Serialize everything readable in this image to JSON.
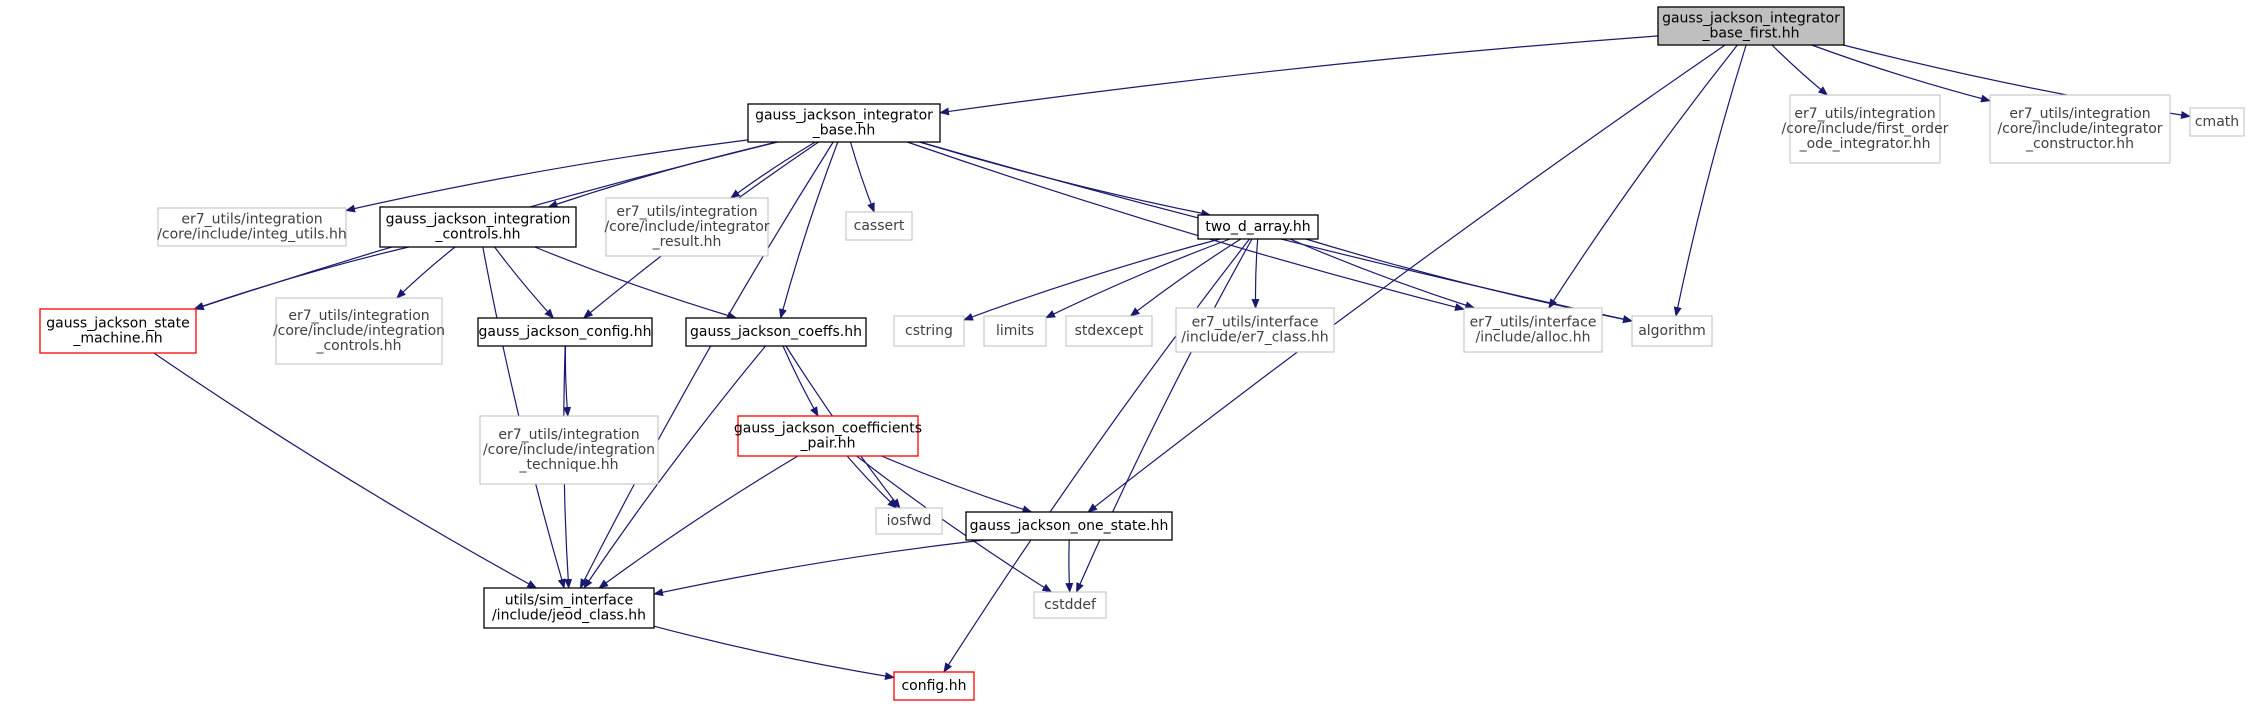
{
  "diagram": {
    "nodes": [
      {
        "id": "root",
        "lines": [
          "gauss_jackson_integrator",
          "_base_first.hh"
        ],
        "style": "root"
      },
      {
        "id": "base",
        "lines": [
          "gauss_jackson_integrator",
          "_base.hh"
        ],
        "style": "normal"
      },
      {
        "id": "fo",
        "lines": [
          "er7_utils/integration",
          "/core/include/first_order",
          "_ode_integrator.hh"
        ],
        "style": "gray"
      },
      {
        "id": "ic",
        "lines": [
          "er7_utils/integration",
          "/core/include/integrator",
          "_constructor.hh"
        ],
        "style": "gray"
      },
      {
        "id": "cmath",
        "lines": [
          "cmath"
        ],
        "style": "gray"
      },
      {
        "id": "iu",
        "lines": [
          "er7_utils/integration",
          "/core/include/integ_utils.hh"
        ],
        "style": "gray"
      },
      {
        "id": "ctrl",
        "lines": [
          "gauss_jackson_integration",
          "_controls.hh"
        ],
        "style": "normal"
      },
      {
        "id": "ir",
        "lines": [
          "er7_utils/integration",
          "/core/include/integrator",
          "_result.hh"
        ],
        "style": "gray"
      },
      {
        "id": "cassert",
        "lines": [
          "cassert"
        ],
        "style": "gray"
      },
      {
        "id": "tda",
        "lines": [
          "two_d_array.hh"
        ],
        "style": "normal"
      },
      {
        "id": "sm",
        "lines": [
          "gauss_jackson_state",
          "_machine.hh"
        ],
        "style": "red"
      },
      {
        "id": "icc",
        "lines": [
          "er7_utils/integration",
          "/core/include/integration",
          "_controls.hh"
        ],
        "style": "gray"
      },
      {
        "id": "cfg",
        "lines": [
          "gauss_jackson_config.hh"
        ],
        "style": "normal"
      },
      {
        "id": "coeffs",
        "lines": [
          "gauss_jackson_coeffs.hh"
        ],
        "style": "normal"
      },
      {
        "id": "cstring",
        "lines": [
          "cstring"
        ],
        "style": "gray"
      },
      {
        "id": "limits",
        "lines": [
          "limits"
        ],
        "style": "gray"
      },
      {
        "id": "stdexcept",
        "lines": [
          "stdexcept"
        ],
        "style": "gray"
      },
      {
        "id": "er7class",
        "lines": [
          "er7_utils/interface",
          "/include/er7_class.hh"
        ],
        "style": "gray"
      },
      {
        "id": "alloc",
        "lines": [
          "er7_utils/interface",
          "/include/alloc.hh"
        ],
        "style": "gray"
      },
      {
        "id": "algorithm",
        "lines": [
          "algorithm"
        ],
        "style": "gray"
      },
      {
        "id": "tech",
        "lines": [
          "er7_utils/integration",
          "/core/include/integration",
          "_technique.hh"
        ],
        "style": "gray"
      },
      {
        "id": "pair",
        "lines": [
          "gauss_jackson_coefficients",
          "_pair.hh"
        ],
        "style": "red"
      },
      {
        "id": "iosfwd",
        "lines": [
          "iosfwd"
        ],
        "style": "gray"
      },
      {
        "id": "onestate",
        "lines": [
          "gauss_jackson_one_state.hh"
        ],
        "style": "normal"
      },
      {
        "id": "jeod",
        "lines": [
          "utils/sim_interface",
          "/include/jeod_class.hh"
        ],
        "style": "normal"
      },
      {
        "id": "cstddef",
        "lines": [
          "cstddef"
        ],
        "style": "gray"
      },
      {
        "id": "config",
        "lines": [
          "config.hh"
        ],
        "style": "red"
      }
    ],
    "edges": [
      [
        "root",
        "base"
      ],
      [
        "root",
        "fo"
      ],
      [
        "root",
        "ic"
      ],
      [
        "root",
        "cmath"
      ],
      [
        "root",
        "alloc"
      ],
      [
        "root",
        "algorithm"
      ],
      [
        "root",
        "onestate"
      ],
      [
        "base",
        "iu"
      ],
      [
        "base",
        "ctrl"
      ],
      [
        "base",
        "ir"
      ],
      [
        "base",
        "cassert"
      ],
      [
        "base",
        "tda"
      ],
      [
        "base",
        "sm"
      ],
      [
        "base",
        "cfg"
      ],
      [
        "base",
        "coeffs"
      ],
      [
        "base",
        "alloc"
      ],
      [
        "base",
        "algorithm"
      ],
      [
        "base",
        "jeod"
      ],
      [
        "ctrl",
        "sm"
      ],
      [
        "ctrl",
        "icc"
      ],
      [
        "ctrl",
        "cfg"
      ],
      [
        "ctrl",
        "coeffs"
      ],
      [
        "ctrl",
        "jeod"
      ],
      [
        "tda",
        "cstring"
      ],
      [
        "tda",
        "limits"
      ],
      [
        "tda",
        "stdexcept"
      ],
      [
        "tda",
        "er7class"
      ],
      [
        "tda",
        "alloc"
      ],
      [
        "tda",
        "algorithm"
      ],
      [
        "tda",
        "cstddef"
      ],
      [
        "tda",
        "config"
      ],
      [
        "sm",
        "jeod"
      ],
      [
        "cfg",
        "tech"
      ],
      [
        "cfg",
        "jeod"
      ],
      [
        "coeffs",
        "pair"
      ],
      [
        "coeffs",
        "iosfwd"
      ],
      [
        "coeffs",
        "jeod"
      ],
      [
        "pair",
        "iosfwd"
      ],
      [
        "pair",
        "onestate"
      ],
      [
        "pair",
        "jeod"
      ],
      [
        "pair",
        "cstddef"
      ],
      [
        "onestate",
        "jeod"
      ],
      [
        "onestate",
        "cstddef"
      ],
      [
        "jeod",
        "config"
      ]
    ]
  },
  "colors": {
    "edge": "#191970",
    "normal_border": "#000000",
    "gray_border": "#bfbfbf",
    "red_border": "#ff0000",
    "root_fill": "#bfbfbf",
    "text": "#000000",
    "gray_text": "#404040"
  }
}
